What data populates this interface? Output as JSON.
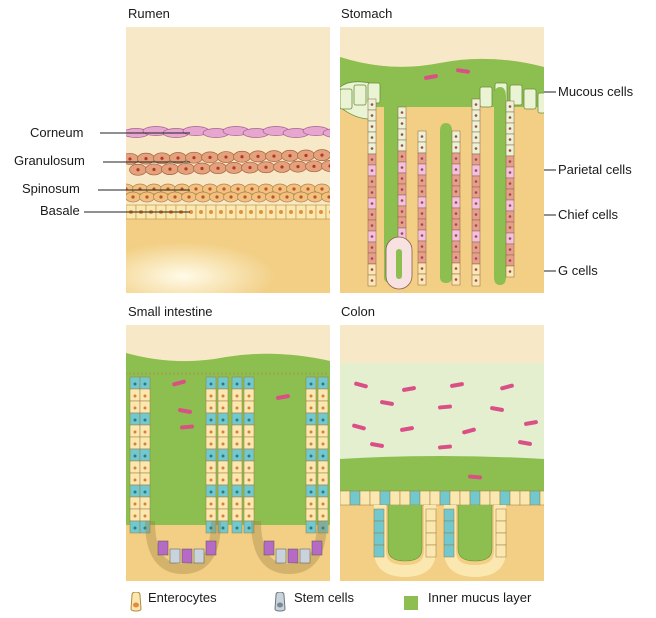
{
  "panels": {
    "rumen": {
      "title": "Rumen",
      "labels": {
        "corneum": "Corneum",
        "granulosum": "Granulosum",
        "spinosum": "Spinosum",
        "basale": "Basale"
      }
    },
    "stomach": {
      "title": "Stomach",
      "labels": {
        "mucous": "Mucous cells",
        "parietal": "Parietal cells",
        "chief": "Chief cells",
        "g": "G cells"
      }
    },
    "small_intestine": {
      "title": "Small intestine"
    },
    "colon": {
      "title": "Colon"
    }
  },
  "legend": {
    "enterocytes": "Enterocytes",
    "stem": "Stem cells",
    "mucus": "Inner mucus layer"
  },
  "colors": {
    "lumen": "#f7e9c8",
    "tissue": "#f2cf85",
    "mucus": "#8cbf4f",
    "mucus_light": "#cfe3a6",
    "enterocyte": "#fbe7b0",
    "stem": "#c9d3dc",
    "corneum": "#e7a6cf",
    "granulosum": "#e4a27c",
    "parietal": "#e6a08a",
    "chief": "#f2c1dc",
    "goblet": "#71c9cf",
    "bacteria": "#d94f86"
  }
}
